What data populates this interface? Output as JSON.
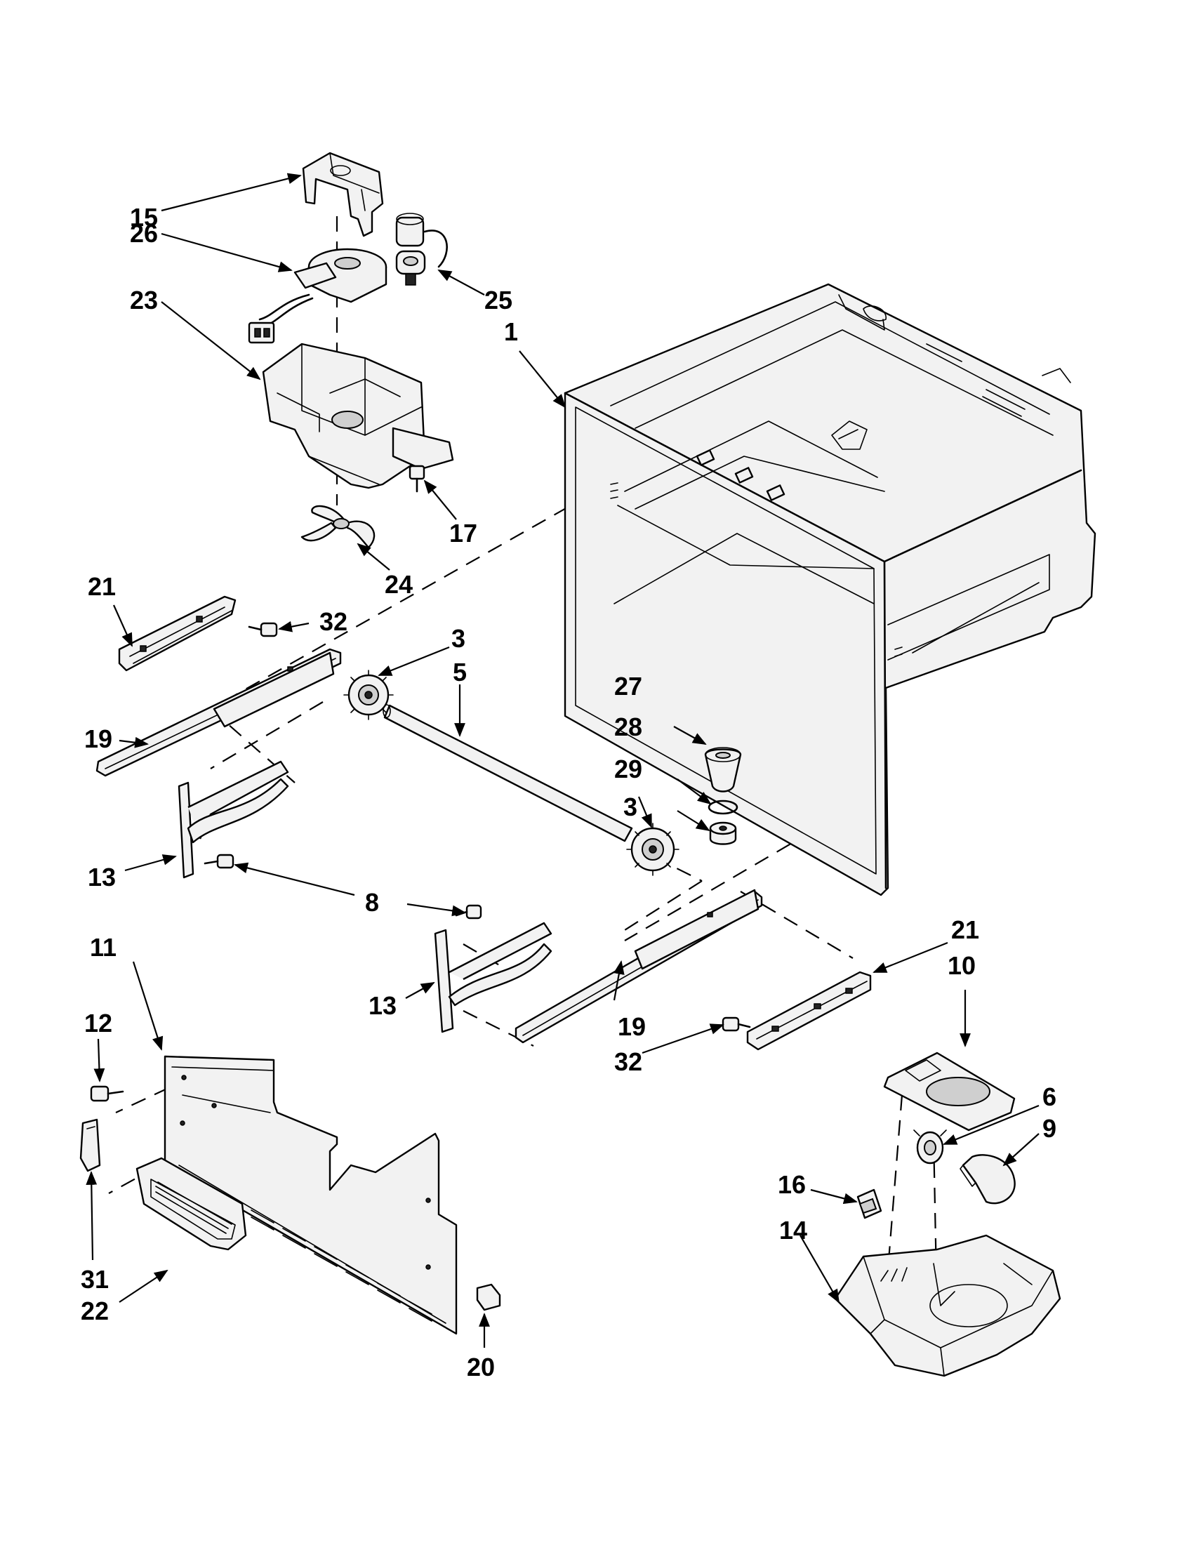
{
  "callouts": [
    {
      "num": "15"
    },
    {
      "num": "26"
    },
    {
      "num": "25"
    },
    {
      "num": "23"
    },
    {
      "num": "1"
    },
    {
      "num": "17"
    },
    {
      "num": "24"
    },
    {
      "num": "21"
    },
    {
      "num": "32"
    },
    {
      "num": "3"
    },
    {
      "num": "5"
    },
    {
      "num": "19"
    },
    {
      "num": "27"
    },
    {
      "num": "28"
    },
    {
      "num": "29"
    },
    {
      "num": "3"
    },
    {
      "num": "13"
    },
    {
      "num": "8"
    },
    {
      "num": "21"
    },
    {
      "num": "10"
    },
    {
      "num": "11"
    },
    {
      "num": "13"
    },
    {
      "num": "19"
    },
    {
      "num": "32"
    },
    {
      "num": "12"
    },
    {
      "num": "6"
    },
    {
      "num": "9"
    },
    {
      "num": "16"
    },
    {
      "num": "14"
    },
    {
      "num": "31"
    },
    {
      "num": "22"
    },
    {
      "num": "20"
    }
  ]
}
